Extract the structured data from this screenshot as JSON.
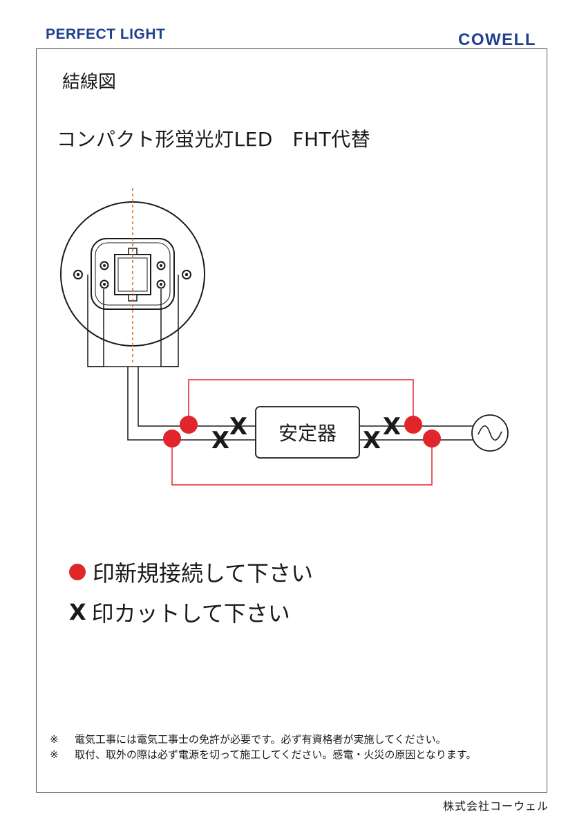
{
  "header": {
    "brand_left": "PERFECT LIGHT",
    "brand_right": "COWELL"
  },
  "heading": "結線図",
  "subtitle": "コンパクト形蛍光灯LED　FHT代替",
  "diagram": {
    "ballast_label": "安定器",
    "cut_mark": "X",
    "colors": {
      "new_connection": "#e0252b",
      "existing_wire": "#1a1a1a",
      "center_line": "#d2691e"
    }
  },
  "legend": {
    "new_connection_text": "印新規接続して下さい",
    "cut_mark": "X",
    "cut_text": "印カットして下さい"
  },
  "notes": [
    {
      "mark": "※",
      "text": "電気工事には電気工事士の免許が必要です。必ず有資格者が実施してください。"
    },
    {
      "mark": "※",
      "text": "取付、取外の際は必ず電源を切って施工してください。感電・火災の原因となります。"
    }
  ],
  "footer": {
    "company": "株式会社コーウェル"
  }
}
